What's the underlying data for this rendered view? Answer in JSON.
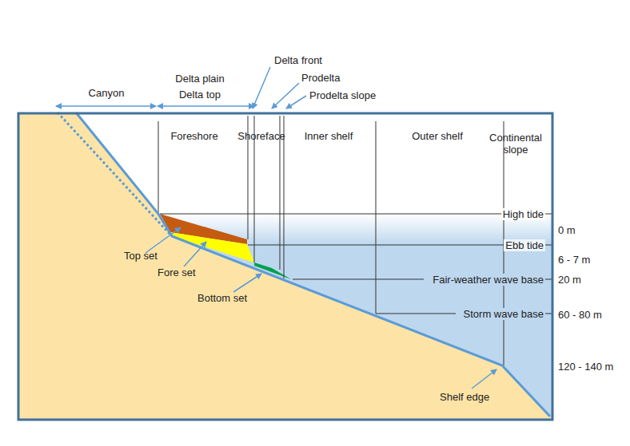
{
  "diagram": {
    "labels": [
      "Canyon",
      "Delta plain",
      "Delta top",
      "Delta front",
      "Prodelta",
      "Prodelta slope",
      "Foreshore",
      "Shoreface",
      "Inner shelf",
      "Outer shelf",
      "Continental slope",
      "High tide",
      "0 m",
      "Ebb tide",
      "6 - 7 m",
      "Fair-weather wave base",
      "20 m",
      "Storm wave base",
      "60 - 80 m",
      "120 - 140 m",
      "Top set",
      "Fore set",
      "Bottom set",
      "Shelf edge"
    ]
  }
}
